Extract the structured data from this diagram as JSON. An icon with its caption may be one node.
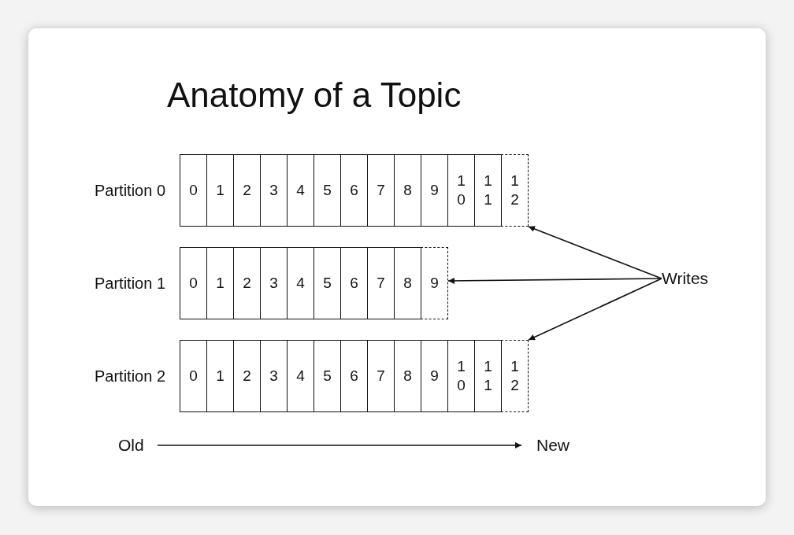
{
  "diagram": {
    "title": "Anatomy of a Topic",
    "nodes": [
      {
        "text": [
          "Partition 0"
        ]
      },
      {
        "text": [
          "0"
        ],
        "in": 0
      },
      {
        "text": [
          "1"
        ],
        "in": 0
      },
      {
        "text": [
          "2"
        ],
        "in": 0
      },
      {
        "text": [
          "3"
        ],
        "in": 0
      },
      {
        "text": [
          "4"
        ],
        "in": 0
      },
      {
        "text": [
          "5"
        ],
        "in": 0
      },
      {
        "text": [
          "6"
        ],
        "in": 0
      },
      {
        "text": [
          "7"
        ],
        "in": 0
      },
      {
        "text": [
          "8"
        ],
        "in": 0
      },
      {
        "text": [
          "9"
        ],
        "in": 0
      },
      {
        "text": [
          "10"
        ],
        "in": 0
      },
      {
        "text": [
          "11"
        ],
        "in": 0
      },
      {
        "text": [
          "12"
        ],
        "in": 0
      },
      {
        "text": [
          "Partition 1"
        ]
      },
      {
        "text": [
          "0"
        ],
        "in": 14
      },
      {
        "text": [
          "1"
        ],
        "in": 14
      },
      {
        "text": [
          "2"
        ],
        "in": 14
      },
      {
        "text": [
          "3"
        ],
        "in": 14
      },
      {
        "text": [
          "4"
        ],
        "in": 14
      },
      {
        "text": [
          "5"
        ],
        "in": 14
      },
      {
        "text": [
          "6"
        ],
        "in": 14
      },
      {
        "text": [
          "7"
        ],
        "in": 14
      },
      {
        "text": [
          "8"
        ],
        "in": 14
      },
      {
        "text": [
          "9"
        ],
        "in": 14
      },
      {
        "text": [
          "Partition 2"
        ]
      },
      {
        "text": [
          "0"
        ],
        "in": 25
      },
      {
        "text": [
          "1"
        ],
        "in": 25
      },
      {
        "text": [
          "2"
        ],
        "in": 25
      },
      {
        "text": [
          "3"
        ],
        "in": 25
      },
      {
        "text": [
          "4"
        ],
        "in": 25
      },
      {
        "text": [
          "5"
        ],
        "in": 25
      },
      {
        "text": [
          "6"
        ],
        "in": 25
      },
      {
        "text": [
          "7"
        ],
        "in": 25
      },
      {
        "text": [
          "8"
        ],
        "in": 25
      },
      {
        "text": [
          "9"
        ],
        "in": 25
      },
      {
        "text": [
          "10"
        ],
        "in": 25
      },
      {
        "text": [
          "11"
        ],
        "in": 25
      },
      {
        "text": [
          "12"
        ],
        "in": 25
      },
      {
        "text": [
          "Writes"
        ]
      }
    ],
    "edges": [
      {
        "from": 39,
        "to": 13,
        "arrow": "to"
      },
      {
        "from": 39,
        "to": 24,
        "arrow": "to"
      },
      {
        "from": 39,
        "to": 38,
        "arrow": "to"
      }
    ],
    "labels": [
      "Old",
      "New"
    ]
  }
}
